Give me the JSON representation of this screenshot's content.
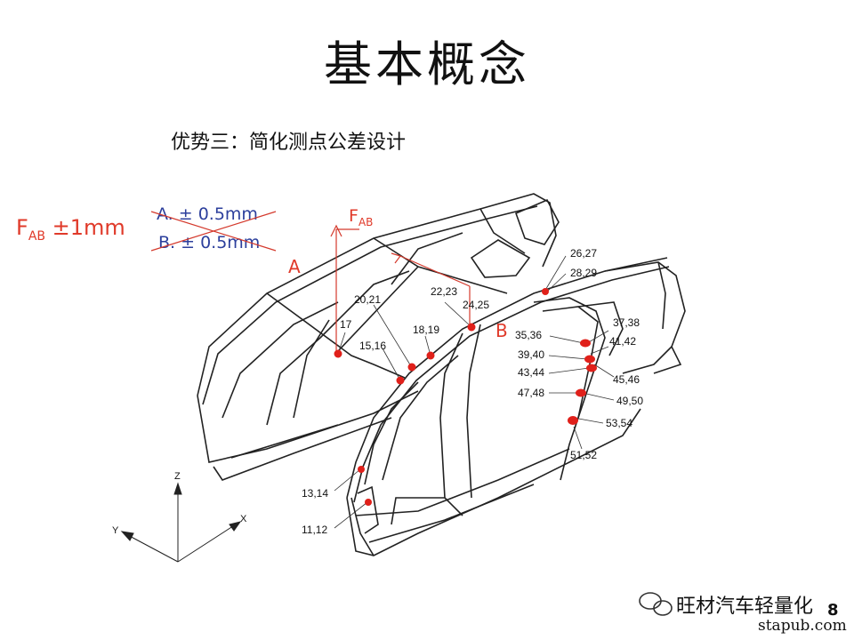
{
  "title": "基本概念",
  "subtitle": "优势三：简化测点公差设计",
  "tolerance": {
    "f_main": "F",
    "f_sub": "AB",
    "f_value": "±1mm",
    "a_label": "A. ± 0.5mm",
    "b_label": "B. ± 0.5mm"
  },
  "force_label": {
    "main": "F",
    "sub": "AB"
  },
  "points": {
    "a": "A",
    "b": "B"
  },
  "labels": [
    "26,27",
    "28,29",
    "20,21",
    "22,23",
    "24,25",
    "37,38",
    "35,36",
    "41,42",
    "17",
    "18,19",
    "15,16",
    "39,40",
    "43,44",
    "45,46",
    "47,48",
    "49,50",
    "53,54",
    "51,52",
    "13,14",
    "11,12"
  ],
  "axes": {
    "z": "Z",
    "y": "Y",
    "x": "X"
  },
  "watermark": {
    "text": "旺材汽车轻量化",
    "site": "stapub.com"
  },
  "page_number": "8",
  "colors": {
    "accent_red": "#e03a2a",
    "text_blue": "#2c3f9c",
    "dot_red": "#e0201a"
  }
}
